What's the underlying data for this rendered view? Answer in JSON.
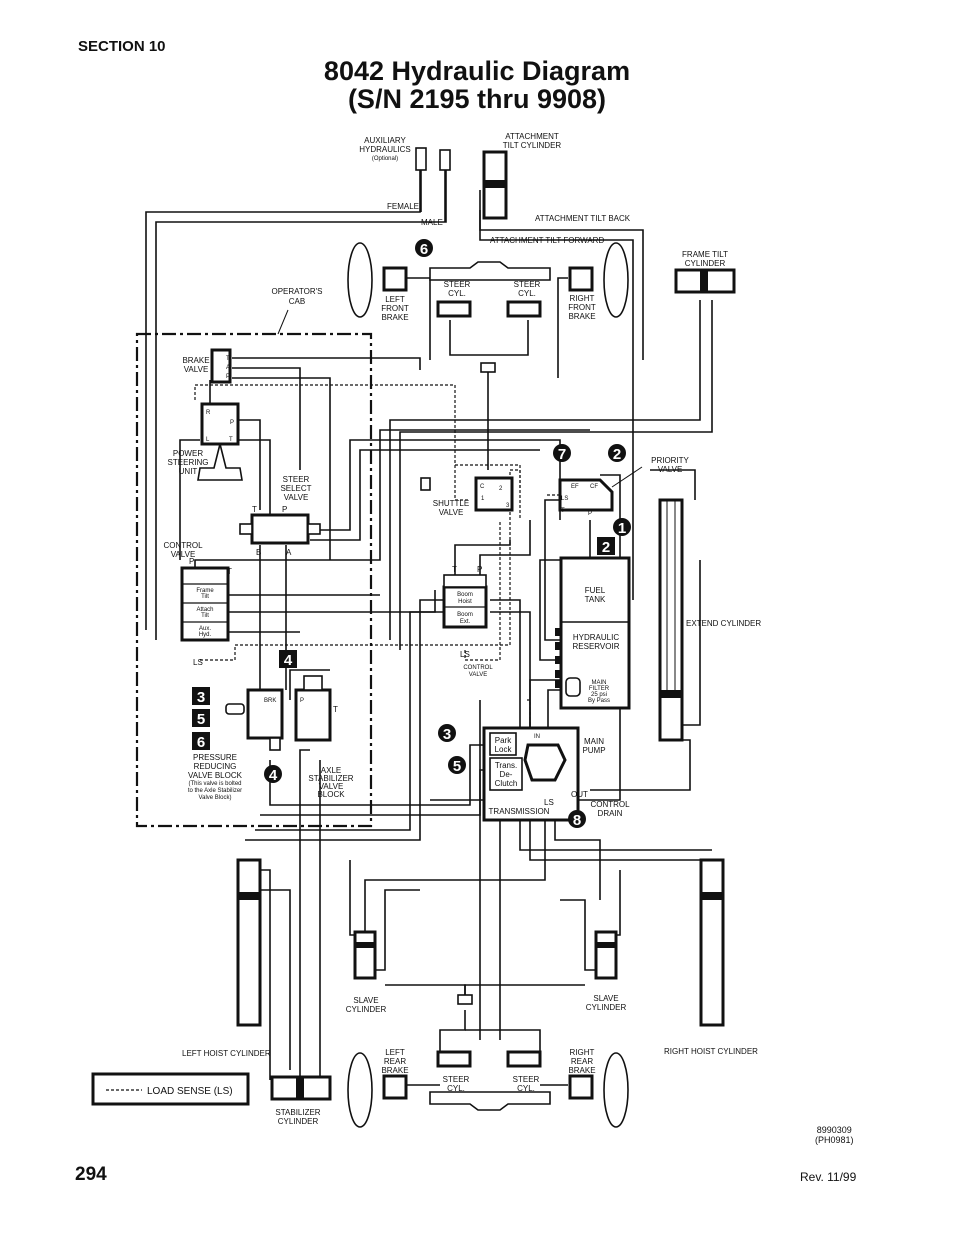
{
  "header": {
    "section": "SECTION 10",
    "title_line1": "8042 Hydraulic Diagram",
    "title_line2": "(S/N 2195 thru 9908)"
  },
  "footer": {
    "page_number": "294",
    "revision": "Rev. 11/99",
    "drawing_number": "8990309",
    "drawing_ref": "(PH0981)"
  },
  "labels": {
    "auxiliary_hydraulics": [
      "AUXILIARY",
      "HYDRAULICS"
    ],
    "optional": "(Optional)",
    "female": "FEMALE",
    "male": "MALE",
    "attachment_tilt_cylinder": [
      "ATTACHMENT",
      "TILT CYLINDER"
    ],
    "attachment_tilt_back": "ATTACHMENT TILT BACK",
    "attachment_tilt_forward": "ATTACHMENT TILT FORWARD",
    "frame_tilt_cylinder": [
      "FRAME TILT",
      "CYLINDER"
    ],
    "operators_cab": [
      "OPERATOR'S",
      "CAB"
    ],
    "left_front_brake": [
      "LEFT",
      "FRONT",
      "BRAKE"
    ],
    "right_front_brake": [
      "RIGHT",
      "FRONT",
      "BRAKE"
    ],
    "steer_cyl": [
      "STEER",
      "CYL."
    ],
    "brake_valve": [
      "BRAKE",
      "VALVE"
    ],
    "brake_valve_ports": [
      "T",
      "A",
      "P"
    ],
    "power_steering_unit": [
      "POWER",
      "STEERING",
      "UNIT"
    ],
    "psu_ports": [
      "R",
      "P",
      "L",
      "T"
    ],
    "steer_select_valve": [
      "STEER",
      "SELECT",
      "VALVE"
    ],
    "ssv_ports": [
      "T",
      "P",
      "B",
      "A"
    ],
    "control_valve_left": [
      "CONTROL",
      "VALVE"
    ],
    "cv_left_ports": [
      "P",
      "T",
      "LS"
    ],
    "cv_left_sections": [
      [
        "Frame",
        "Tilt"
      ],
      [
        "Attach",
        "Tilt"
      ],
      [
        "Aux.",
        "Hyd."
      ]
    ],
    "shuttle_valve": [
      "SHUTTLE",
      "VALVE"
    ],
    "shuttle_ports": [
      "C",
      "2",
      "1",
      "3"
    ],
    "priority_valve": [
      "PRIORITY",
      "VALVE"
    ],
    "priority_ports": [
      "EF",
      "CF",
      "LS",
      "T",
      "P"
    ],
    "fuel_tank": [
      "FUEL",
      "TANK"
    ],
    "hydraulic_reservoir": [
      "HYDRAULIC",
      "RESERVOIR"
    ],
    "main_filter": [
      "MAIN",
      "FILTER",
      "25 psi",
      "By Pass"
    ],
    "extend_cylinder": "EXTEND CYLINDER",
    "control_valve_right": [
      "CONTROL",
      "VALVE"
    ],
    "cv_right_ports": [
      "T",
      "P",
      "LS"
    ],
    "cv_right_sections": [
      [
        "Boom",
        "Hoist"
      ],
      [
        "Boom",
        "Ext."
      ]
    ],
    "pressure_reducing_valve_block": [
      "PRESSURE",
      "REDUCING",
      "VALVE BLOCK"
    ],
    "prv_note": [
      "(This valve is bolted",
      "to the Axle Stabilizer",
      "Valve Block)"
    ],
    "axle_stabilizer_valve_block": [
      "AXLE",
      "STABILIZER",
      "VALVE",
      "BLOCK"
    ],
    "axle_ports": [
      "P",
      "T",
      "BRK"
    ],
    "park_lock": [
      "Park",
      "Lock"
    ],
    "trans_declutch": [
      "Trans.",
      "De-",
      "Clutch"
    ],
    "transmission": "TRANSMISSION",
    "main_pump": [
      "MAIN",
      "PUMP"
    ],
    "pump_ports": [
      "IN",
      "OUT",
      "LS"
    ],
    "control_drain": [
      "CONTROL",
      "DRAIN"
    ],
    "slave_cylinder": [
      "SLAVE",
      "CYLINDER"
    ],
    "left_hoist_cylinder": "LEFT HOIST CYLINDER",
    "right_hoist_cylinder": "RIGHT HOIST CYLINDER",
    "left_rear_brake": [
      "LEFT",
      "REAR",
      "BRAKE"
    ],
    "right_rear_brake": [
      "RIGHT",
      "REAR",
      "BRAKE"
    ],
    "stabilizer_cylinder": [
      "STABILIZER",
      "CYLINDER"
    ],
    "legend_load_sense": "LOAD SENSE (LS)"
  },
  "callouts": {
    "c6_top": "6",
    "c7": "7",
    "c2_circle": "2",
    "c1": "1",
    "c2_box": "2",
    "c4_box": "4",
    "c3_box": "3",
    "c5_box": "5",
    "c6_box": "6",
    "c4_circle": "4",
    "c3_circle": "3",
    "c5_circle": "5",
    "c8": "8"
  }
}
